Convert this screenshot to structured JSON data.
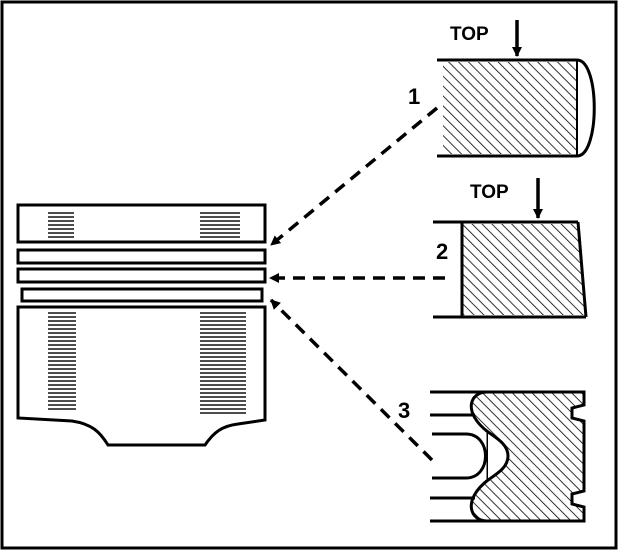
{
  "labels": {
    "ring1_number": "1",
    "ring2_number": "2",
    "ring3_number": "3",
    "ring1_top": "TOP",
    "ring2_top": "TOP"
  },
  "colors": {
    "ink": "#000000",
    "paper": "#ffffff"
  }
}
